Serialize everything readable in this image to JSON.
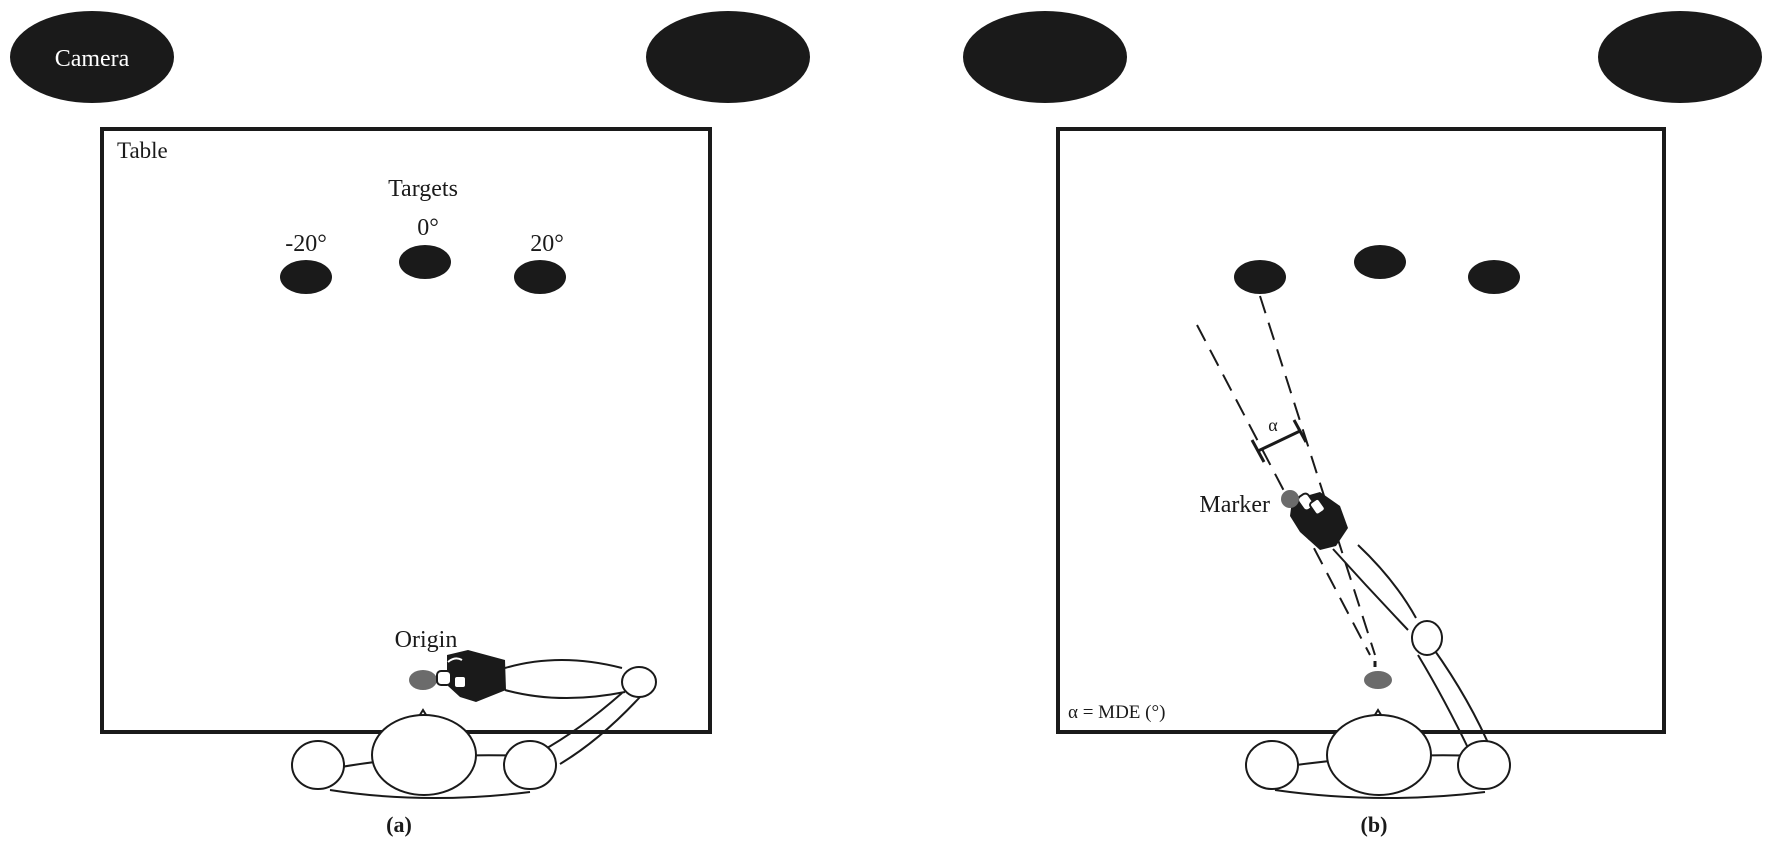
{
  "panel_a": {
    "camera_label": "Camera",
    "table_label": "Table",
    "targets_label": "Targets",
    "target_angles": [
      "-20°",
      "0°",
      "20°"
    ],
    "origin_label": "Origin",
    "caption": "(a)"
  },
  "panel_b": {
    "alpha_label": "α",
    "marker_label": "Marker",
    "legend": "α = MDE (°)",
    "caption": "(b)"
  },
  "colors": {
    "ink": "#1a1a1a",
    "marker_gray": "#6b6b6b",
    "background": "#ffffff"
  }
}
